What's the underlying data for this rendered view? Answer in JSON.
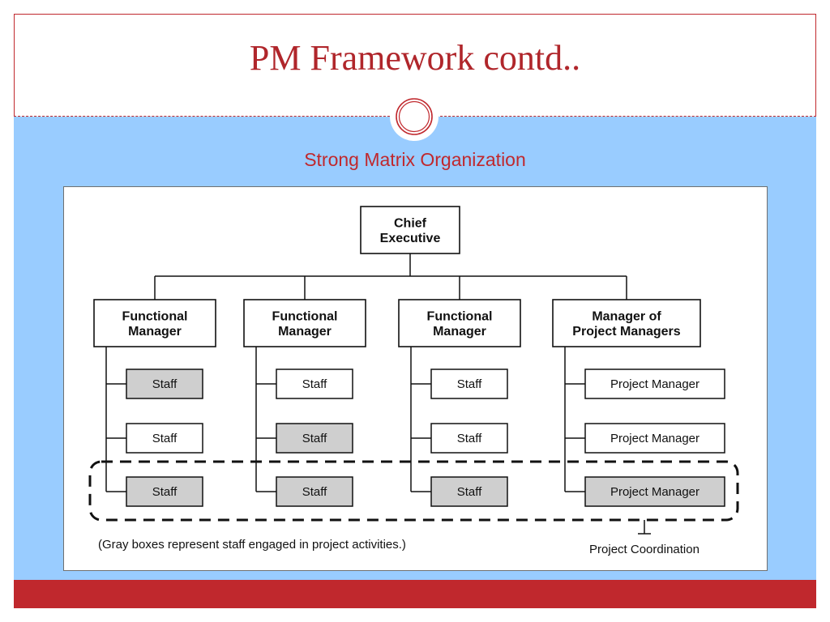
{
  "slide": {
    "title": "PM Framework contd..",
    "subtitle": "Strong Matrix Organization"
  },
  "diagram": {
    "root": [
      "Chief",
      "Executive"
    ],
    "columns": [
      {
        "manager": [
          "Functional",
          "Manager"
        ],
        "items": [
          {
            "label": "Staff",
            "engaged": true
          },
          {
            "label": "Staff",
            "engaged": false
          },
          {
            "label": "Staff",
            "engaged": true
          }
        ]
      },
      {
        "manager": [
          "Functional",
          "Manager"
        ],
        "items": [
          {
            "label": "Staff",
            "engaged": false
          },
          {
            "label": "Staff",
            "engaged": true
          },
          {
            "label": "Staff",
            "engaged": true
          }
        ]
      },
      {
        "manager": [
          "Functional",
          "Manager"
        ],
        "items": [
          {
            "label": "Staff",
            "engaged": false
          },
          {
            "label": "Staff",
            "engaged": false
          },
          {
            "label": "Staff",
            "engaged": true
          }
        ]
      },
      {
        "manager": [
          "Manager of",
          "Project Managers"
        ],
        "items": [
          {
            "label": "Project Manager",
            "engaged": false
          },
          {
            "label": "Project Manager",
            "engaged": false
          },
          {
            "label": "Project Manager",
            "engaged": true
          }
        ]
      }
    ],
    "footnote": "(Gray boxes represent staff engaged in project activities.)",
    "coordination_label": "Project Coordination"
  },
  "colors": {
    "accent_red": "#c0282d",
    "title_red": "#b0262b",
    "background_blue": "#99ccff",
    "engaged_gray": "#cfcfcf"
  }
}
